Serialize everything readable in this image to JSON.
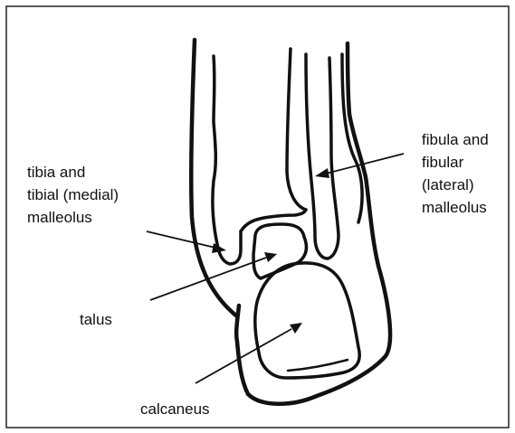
{
  "labels": {
    "tibia": [
      "tibia and",
      "tibial (medial)",
      "malleolus"
    ],
    "fibula": [
      "fibula and",
      "fibular",
      "(lateral)",
      "malleolus"
    ],
    "talus": "talus",
    "calcaneus": "calcaneus"
  },
  "colors": {
    "ink": "#111111",
    "background": "#ffffff"
  }
}
